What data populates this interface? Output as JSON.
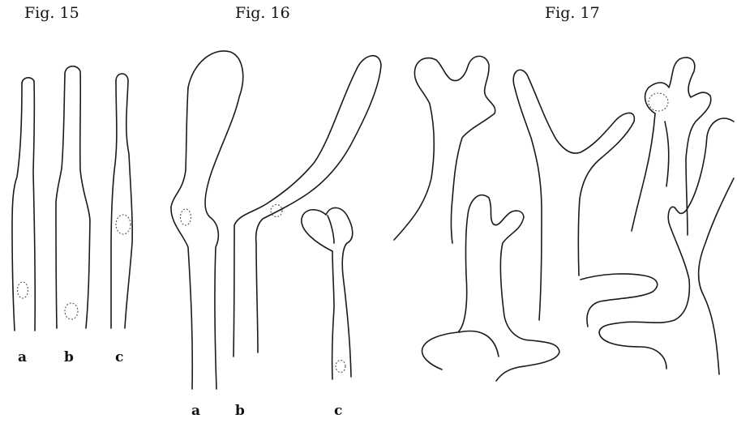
{
  "figures": [
    {
      "title": "Fig. 15",
      "labels": [
        "a",
        "b",
        "c"
      ]
    },
    {
      "title": "Fig. 16",
      "labels": [
        "a",
        "b",
        "c"
      ]
    },
    {
      "title": "Fig. 17",
      "labels": []
    }
  ],
  "style": {
    "ink_color": "#1a1a1a",
    "background": "#ffffff"
  }
}
